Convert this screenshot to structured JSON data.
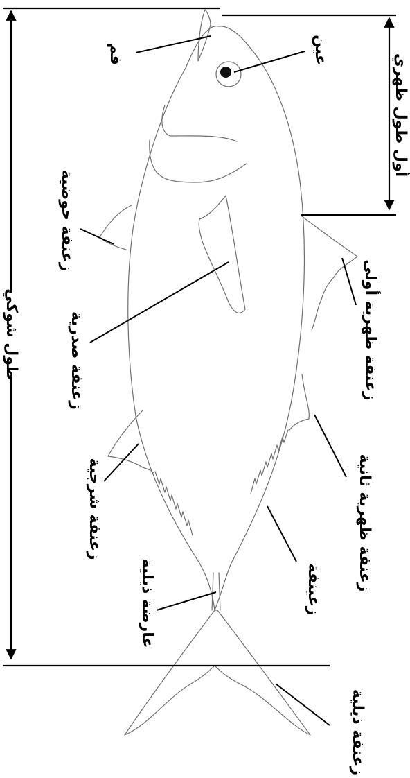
{
  "labels": {
    "mouth": "فم",
    "eye": "عين",
    "first_dorsal_length": "أول طول ظهري",
    "pelvic_fin": "زعنفة حوضية",
    "first_dorsal_fin": "زعنفة ظهرية أولى",
    "pectoral_fin": "زعنفة صدرية",
    "fork_length": "طول شوكي",
    "second_dorsal_fin": "زعنفة ظهرية ثانية",
    "anal_fin": "زعنفة شرجية",
    "finlets": "زعينفة",
    "caudal_keel": "عارضة ذيلية",
    "caudal_fin": "زعنفة ذيلية"
  },
  "colors": {
    "outline": "#6f6f6f",
    "text": "#000000",
    "background": "#ffffff"
  }
}
